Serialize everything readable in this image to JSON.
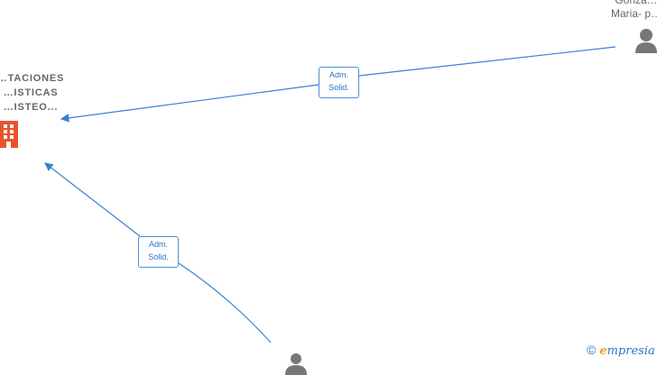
{
  "company": {
    "name": "…TACIONES\n…ISTICAS\n…ISTEO...",
    "icon": "building-icon",
    "color": "#e8532b"
  },
  "persons": [
    {
      "name": "Gonzá…\nMaria- p…",
      "icon": "person-icon"
    },
    {
      "name": "",
      "icon": "person-icon"
    }
  ],
  "edges": [
    {
      "label": "Adm.\nSolid.",
      "from": "person-top-right",
      "to": "company"
    },
    {
      "label": "Adm.\nSolid.",
      "from": "person-bottom",
      "to": "company"
    }
  ],
  "colors": {
    "edge": "#3a7fd5",
    "node_icon": "#777777"
  },
  "watermark": {
    "copyright_symbol": "©",
    "brand_initial": "e",
    "brand_rest": "mpresia"
  }
}
